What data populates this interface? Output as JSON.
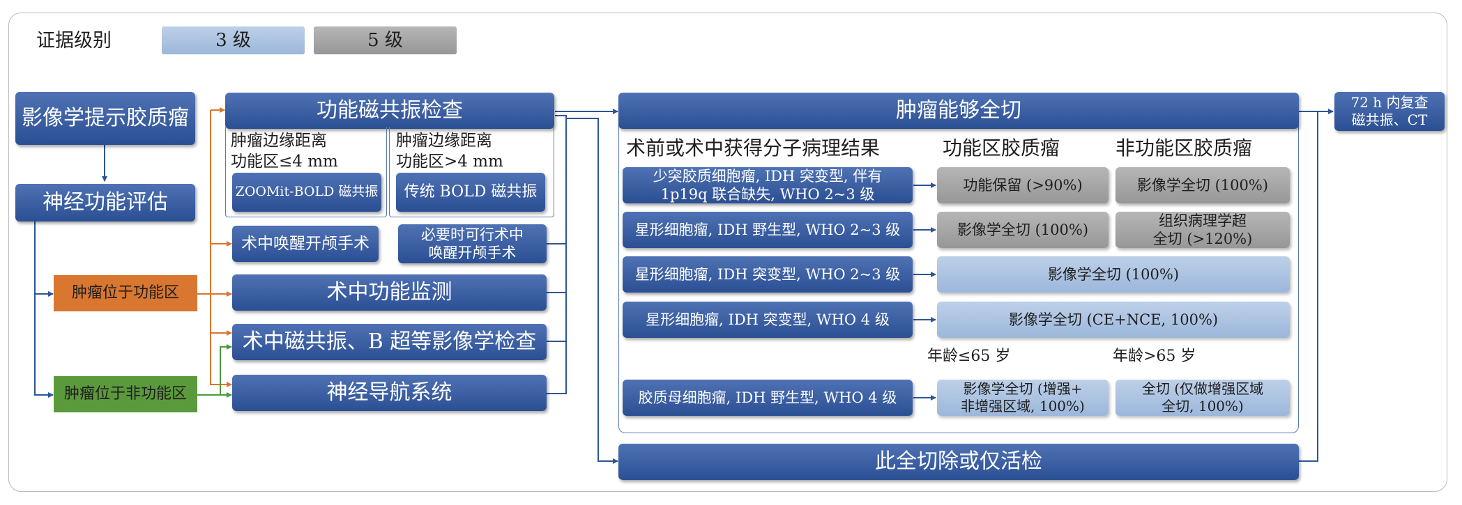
{
  "legend": {
    "title": "证据级别",
    "level3": "3 级",
    "level5": "5 级"
  },
  "left": {
    "imaging": "影像学提示胶质瘤",
    "neuro_eval": "神经功能评估",
    "functional_area": "肿瘤位于功能区",
    "nonfunctional_area": "肿瘤位于非功能区"
  },
  "middle": {
    "fmri_title": "功能磁共振检查",
    "dist_le4_line1": "肿瘤边缘距离",
    "dist_le4_line2": "功能区≤4 mm",
    "zoomit": "ZOOMit-BOLD 磁共振",
    "dist_gt4_line1": "肿瘤边缘距离",
    "dist_gt4_line2": "功能区>4 mm",
    "bold": "传统 BOLD 磁共振",
    "awake": "术中唤醒开颅手术",
    "awake_optional_line1": "必要时可行术中",
    "awake_optional_line2": "唤醒开颅手术",
    "monitoring": "术中功能监测",
    "imaging_intraop": "术中磁共振、B 超等影像学检查",
    "navigation": "神经导航系统"
  },
  "right": {
    "gross_total_title": "肿瘤能够全切",
    "col_pathology": "术前或术中获得分子病理结果",
    "col_functional": "功能区胶质瘤",
    "col_nonfunctional": "非功能区胶质瘤",
    "rows": [
      {
        "path_line1": "少突胶质细胞瘤, IDH 突变型, 伴有",
        "path_line2": "1p19q 联合缺失, WHO 2~3 级",
        "func": "功能保留 (>90%)",
        "nonfunc": "影像学全切 (100%)"
      },
      {
        "path_line1": "星形细胞瘤, IDH 野生型, WHO 2~3 级",
        "func": "影像学全切 (100%)",
        "nonfunc_line1": "组织病理学超",
        "nonfunc_line2": "全切 (>120%)"
      },
      {
        "path_line1": "星形细胞瘤, IDH 突变型, WHO 2~3 级",
        "span": "影像学全切 (100%)"
      },
      {
        "path_line1": "星形细胞瘤, IDH 突变型, WHO 4 级",
        "span": "影像学全切 (CE+NCE, 100%)"
      },
      {
        "path_line1": "胶质母细胞瘤, IDH 野生型, WHO 4 级",
        "func_line1": "影像学全切 (增强+",
        "func_line2": "非增强区域, 100%)",
        "nonfunc_line1": "全切 (仅做增强区域",
        "nonfunc_line2": "全切, 100%)"
      }
    ],
    "age_le65": "年龄≤65 岁",
    "age_gt65": "年龄>65 岁",
    "partial": "此全切除或仅活检",
    "followup_line1": "72 h 内复查",
    "followup_line2": "磁共振、CT"
  },
  "colors": {
    "dark_blue": "#2b4f93",
    "light_blue": "#a9c1e0",
    "gray": "#a5a5a5",
    "orange": "#d9762f",
    "green": "#5b9a3c",
    "arrow_blue": "#2e5597",
    "arrow_orange": "#d9762f",
    "arrow_green": "#4d9a3a"
  }
}
